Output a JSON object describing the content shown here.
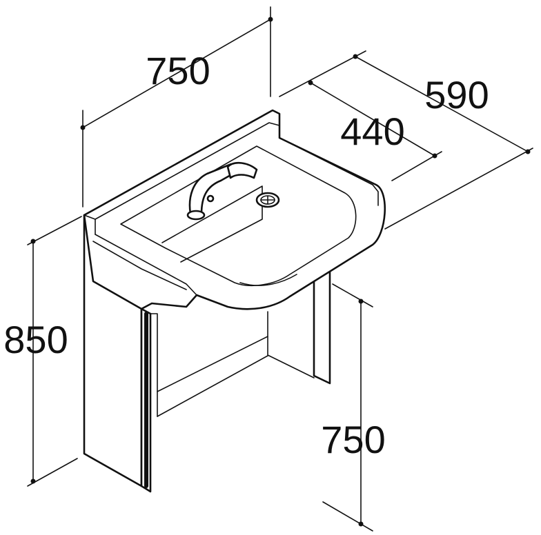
{
  "dimensions": {
    "width_top": "750",
    "depth_total": "590",
    "depth_bowl": "440",
    "height_total": "850",
    "knee_height": "750"
  }
}
